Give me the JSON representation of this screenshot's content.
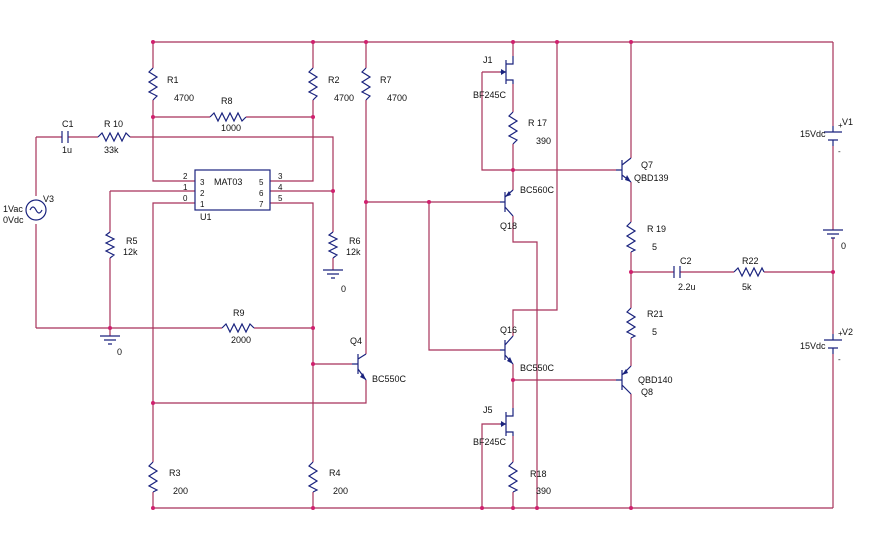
{
  "sources": {
    "V1": {
      "ref": "V1",
      "value": "15Vdc"
    },
    "V2": {
      "ref": "V2",
      "value": "15Vdc"
    },
    "V3": {
      "ref": "V3",
      "ac": "1Vac",
      "dc": "0Vdc"
    }
  },
  "resistors": {
    "R1": {
      "ref": "R1",
      "value": "4700"
    },
    "R2": {
      "ref": "R2",
      "value": "4700"
    },
    "R3": {
      "ref": "R3",
      "value": "200"
    },
    "R4": {
      "ref": "R4",
      "value": "200"
    },
    "R5": {
      "ref": "R5",
      "value": "12k"
    },
    "R6": {
      "ref": "R6",
      "value": "12k"
    },
    "R7": {
      "ref": "R7",
      "value": "4700"
    },
    "R8": {
      "ref": "R8",
      "value": "1000"
    },
    "R9": {
      "ref": "R9",
      "value": "2000"
    },
    "R10": {
      "ref": "R 10",
      "value": "33k"
    },
    "R17": {
      "ref": "R 17",
      "value": "390"
    },
    "R18": {
      "ref": "R18",
      "value": "390"
    },
    "R19": {
      "ref": "R 19",
      "value": "5"
    },
    "R21": {
      "ref": "R21",
      "value": "5"
    },
    "R22": {
      "ref": "R22",
      "value": "5k"
    }
  },
  "capacitors": {
    "C1": {
      "ref": "C1",
      "value": "1u"
    },
    "C2": {
      "ref": "C2",
      "value": "2.2u"
    }
  },
  "transistors": {
    "J1": {
      "ref": "J1",
      "model": "BF245C"
    },
    "J5": {
      "ref": "J5",
      "model": "BF245C"
    },
    "Q4": {
      "ref": "Q4",
      "model": "BC550C"
    },
    "Q7": {
      "ref": "Q7",
      "model": "QBD139"
    },
    "Q8": {
      "ref": "Q8",
      "model": "QBD140"
    },
    "Q16": {
      "ref": "Q16",
      "model": "BC550C"
    },
    "Q18": {
      "ref": "Q18",
      "model": "BC560C"
    }
  },
  "ic": {
    "ref": "U1",
    "model": "MAT03",
    "inner_left": [
      "3",
      "2",
      "1"
    ],
    "inner_right": [
      "5",
      "6",
      "7"
    ],
    "outer_left": [
      "2",
      "1",
      "0"
    ],
    "outer_right": [
      "3",
      "4",
      "5"
    ]
  },
  "grounds": {
    "g1": "0",
    "g2": "0",
    "g3": "0"
  }
}
